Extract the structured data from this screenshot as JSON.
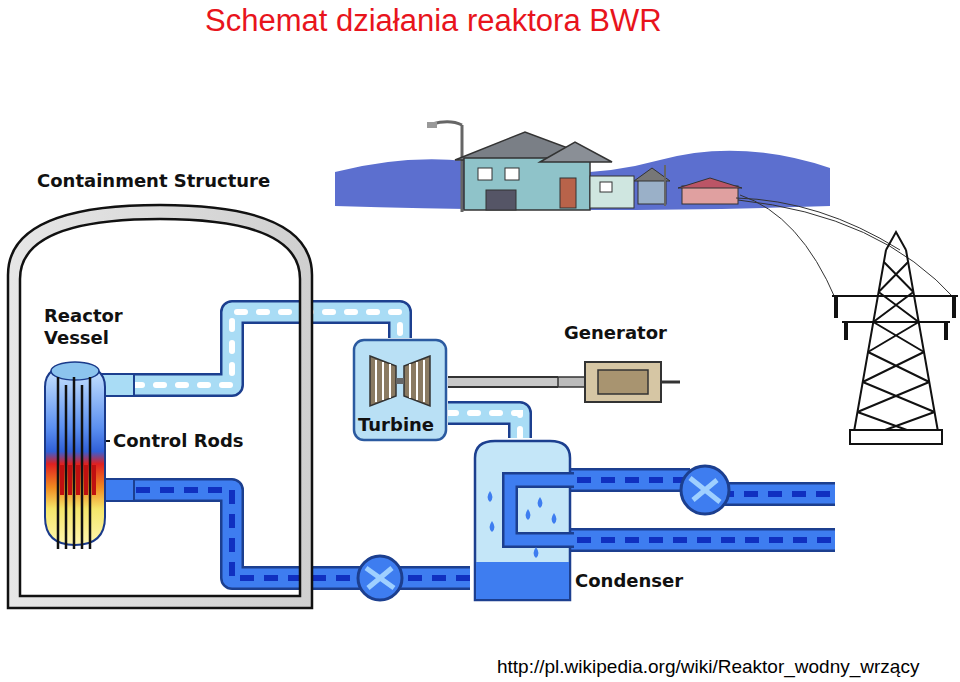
{
  "diagram": {
    "title": "Schemat działania reaktora BWR",
    "caption": "http://pl.wikipedia.org/wiki/Reaktor_wodny_wrzący",
    "nodes": [
      {
        "text": [
          "Containment Structure"
        ]
      },
      {
        "text": [
          "Reactor Vessel"
        ],
        "in": 0
      },
      {
        "text": [
          "Turbine"
        ]
      },
      {
        "text": [
          "Generator"
        ]
      },
      {
        "text": [
          "Condenser"
        ]
      }
    ],
    "edges": [
      {
        "from": 1,
        "to": 2,
        "arrow": "none"
      },
      {
        "from": 2,
        "to": 3,
        "arrow": "none"
      },
      {
        "from": 2,
        "to": 4,
        "arrow": "none"
      },
      {
        "from": 4,
        "to": 1,
        "arrow": "none"
      }
    ],
    "labels": [
      "Control Rods"
    ]
  }
}
